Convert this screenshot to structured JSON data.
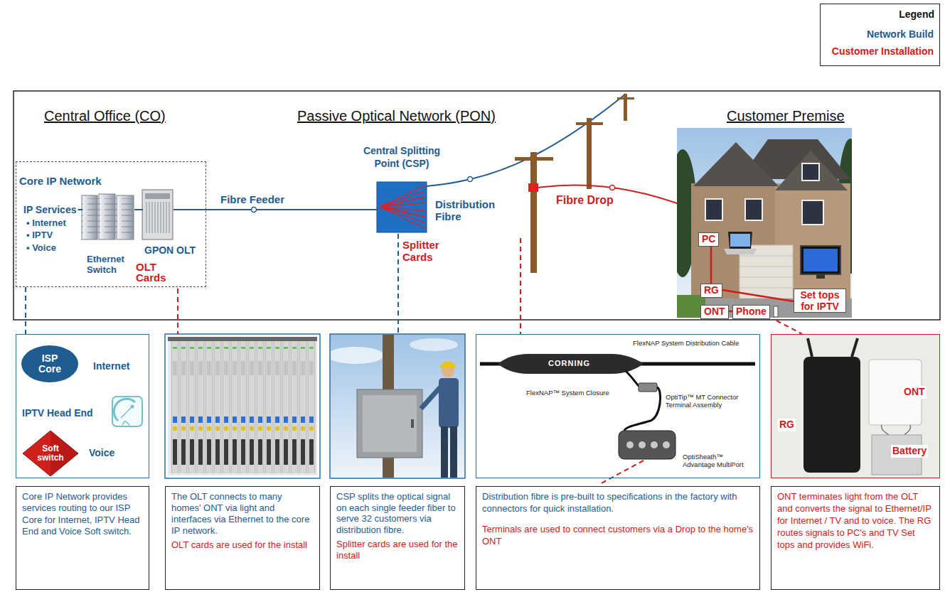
{
  "diagram": {
    "nodes": [
      {
        "text": [
          "Core IP Network"
        ]
      },
      {
        "text": [
          "IP Services",
          "• Internet",
          "• IPTV",
          "• Voice"
        ],
        "in": 0
      },
      {
        "text": [
          "Ethernet Switch"
        ],
        "in": 0
      },
      {
        "text": [
          "GPON OLT",
          "OLT Cards"
        ],
        "in": 0
      },
      {
        "text": [
          "Central Splitting Point (CSP)",
          "Splitter Cards"
        ]
      },
      {
        "text": [
          "PC"
        ]
      },
      {
        "text": [
          "RG"
        ]
      },
      {
        "text": [
          "Set tops for IPTV"
        ]
      },
      {
        "text": [
          "ONT"
        ]
      },
      {
        "text": [
          "Phone"
        ]
      },
      {
        "text": [
          "Internet",
          "IPTV Head End",
          "Voice"
        ]
      },
      {
        "text": [
          "ISP Core"
        ],
        "in": 10
      },
      {
        "text": [
          "Soft switch"
        ],
        "in": 10
      },
      {
        "text": [
          "FlexNAP System Distribution Cable",
          "CORNING",
          "FlexNAP™ System Closure",
          "OptiTip™ MT Connector Terminal Assembly",
          "OptiSheath™ Advantage MultiPort"
        ]
      },
      {
        "text": [
          "RG",
          "ONT",
          "Battery"
        ]
      },
      {
        "text": [
          "Core IP Network provides services routing to our ISP Core for Internet, IPTV Head End and Voice Soft switch."
        ]
      },
      {
        "text": [
          "The OLT connects to many homes' ONT via light and interfaces via Ethernet to the core IP network.",
          "OLT cards are used for the install"
        ]
      },
      {
        "text": [
          "CSP splits the optical signal on each single feeder fiber to serve 32 customers via distribution fibre.",
          "Splitter cards are used for the install"
        ]
      },
      {
        "text": [
          "Distribution fibre is pre-built to specifications in the factory with connectors for quick installation.",
          "Terminals are used to connect customers via a Drop to the home's ONT"
        ]
      },
      {
        "text": [
          "ONT terminates light from the OLT and converts the signal to Ethernet/IP for Internet / TV and to voice. The RG routes signals to PC's and TV Set tops and provides WiFi."
        ]
      }
    ],
    "edges": [
      {
        "from": 1,
        "to": 2,
        "arrow": "none"
      },
      {
        "from": 2,
        "to": 3,
        "arrow": "none"
      },
      {
        "from": 3,
        "to": 4,
        "label": "Fibre Feeder",
        "arrow": "none"
      },
      {
        "from": 6,
        "to": 5,
        "arrow": "none"
      },
      {
        "from": 6,
        "to": 7,
        "arrow": "none"
      },
      {
        "from": 8,
        "to": 9,
        "arrow": "none"
      },
      {
        "from": 0,
        "to": 10,
        "arrow": "none"
      }
    ],
    "labels": [
      "Legend",
      "Central Office (CO)",
      "Passive Optical Network (PON)",
      "Customer Premise",
      "Distribution Fibre",
      "Fibre Drop"
    ],
    "legend": [
      {
        "text": "Network Build",
        "color": "#1f5c8f"
      },
      {
        "text": "Customer Installation",
        "color": "#d01b1b"
      }
    ]
  }
}
